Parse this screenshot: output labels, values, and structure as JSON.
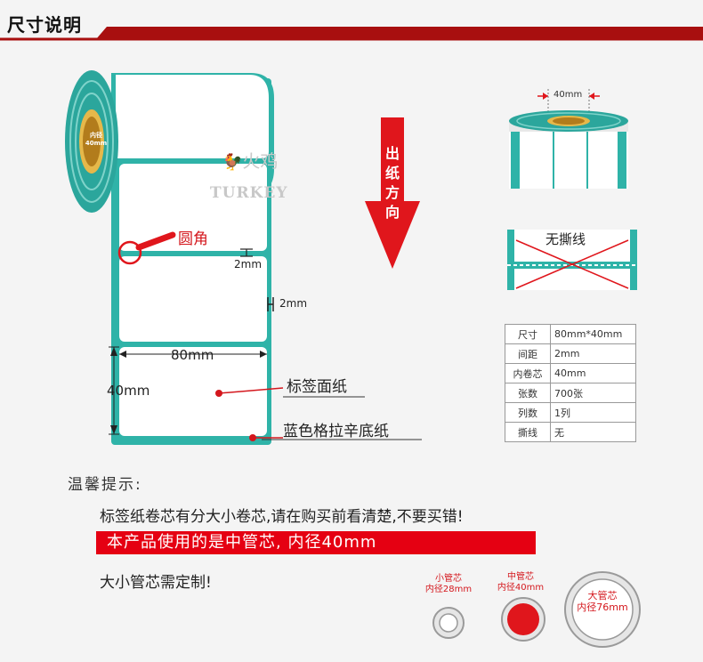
{
  "header": {
    "title": "尺寸说明",
    "accent_color": "#a80f0f"
  },
  "watermark": {
    "cn": "火鸡",
    "en": "TURKEY"
  },
  "diagram": {
    "core_label_line1": "内径",
    "core_label_line2": "40mm",
    "rounded_corner": "圆角",
    "gap_small": "2mm",
    "gap_side": "2mm",
    "width": "80mm",
    "height": "40mm",
    "label_face": "标签面纸",
    "backing": "蓝色格拉辛底纸",
    "teal_color": "#2fb3a8"
  },
  "direction": {
    "text": [
      "出",
      "纸",
      "方",
      "向"
    ],
    "arrow_color": "#e0161c"
  },
  "roll_photo": {
    "core_width": "40mm"
  },
  "no_tear": {
    "label": "无撕线"
  },
  "specs": {
    "rows": [
      {
        "k": "尺寸",
        "v": "80mm*40mm"
      },
      {
        "k": "间距",
        "v": "2mm"
      },
      {
        "k": "内卷芯",
        "v": "40mm"
      },
      {
        "k": "张数",
        "v": "700张"
      },
      {
        "k": "列数",
        "v": "1列"
      },
      {
        "k": "撕线",
        "v": "无"
      }
    ]
  },
  "tips": {
    "title": "温馨提示:",
    "line1": "标签纸卷芯有分大小卷芯,请在购买前看清楚,不要买错!",
    "banner": "本产品使用的是中管芯, 内径40mm",
    "line3": "大小管芯需定制!"
  },
  "cores": [
    {
      "name": "小管芯",
      "size": "内径28mm"
    },
    {
      "name": "中管芯",
      "size": "内径40mm"
    },
    {
      "name": "大管芯",
      "size": "内径76mm"
    }
  ]
}
